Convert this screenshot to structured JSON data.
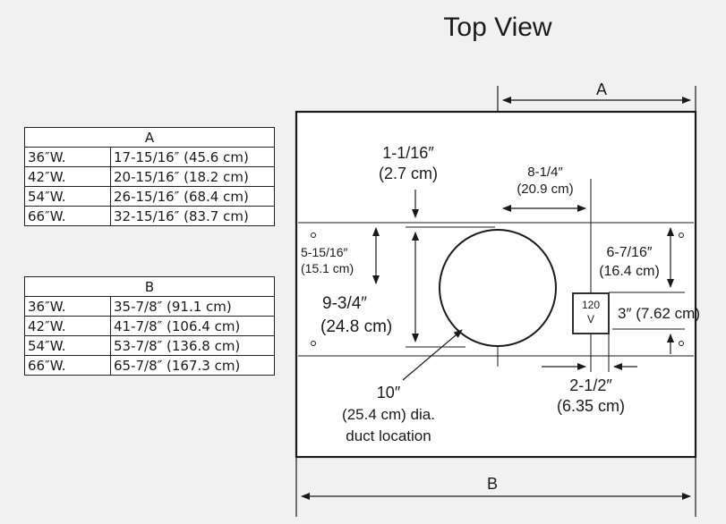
{
  "title": "Top View",
  "table_a": {
    "header": "A",
    "rows": [
      {
        "width": "36″W.",
        "value": "17-15/16″ (45.6 cm)"
      },
      {
        "width": "42″W.",
        "value": "20-15/16″ (18.2 cm)"
      },
      {
        "width": "54″W.",
        "value": "26-15/16″ (68.4 cm)"
      },
      {
        "width": "66″W.",
        "value": "32-15/16″ (83.7 cm)"
      }
    ]
  },
  "table_b": {
    "header": "B",
    "rows": [
      {
        "width": "36″W.",
        "value": "35-7/8″ (91.1 cm)"
      },
      {
        "width": "42″W.",
        "value": "41-7/8″ (106.4 cm)"
      },
      {
        "width": "54″W.",
        "value": "53-7/8″ (136.8 cm)"
      },
      {
        "width": "66″W.",
        "value": "65-7/8″ (167.3 cm)"
      }
    ]
  },
  "dimensions": {
    "a_label": "A",
    "b_label": "B",
    "top_offset": "1-1/16″",
    "top_offset_cm": "(2.7 cm)",
    "outlet_offset": "8-1/4″",
    "outlet_offset_cm": "(20.9 cm)",
    "left_offset": "5-15/16″",
    "left_offset_cm": "(15.1 cm)",
    "duct_height": "9-3/4″",
    "duct_height_cm": "(24.8 cm)",
    "right_offset": "6-7/16″",
    "right_offset_cm": "(16.4 cm)",
    "outlet_height": "3″ (7.62 cm)",
    "outlet_width": "2-1/2″",
    "outlet_width_cm": "(6.35 cm)",
    "duct_dia": "10″",
    "duct_dia_cm": "(25.4 cm) dia.",
    "duct_location": "duct location",
    "outlet_label_1": "120",
    "outlet_label_2": "V"
  }
}
